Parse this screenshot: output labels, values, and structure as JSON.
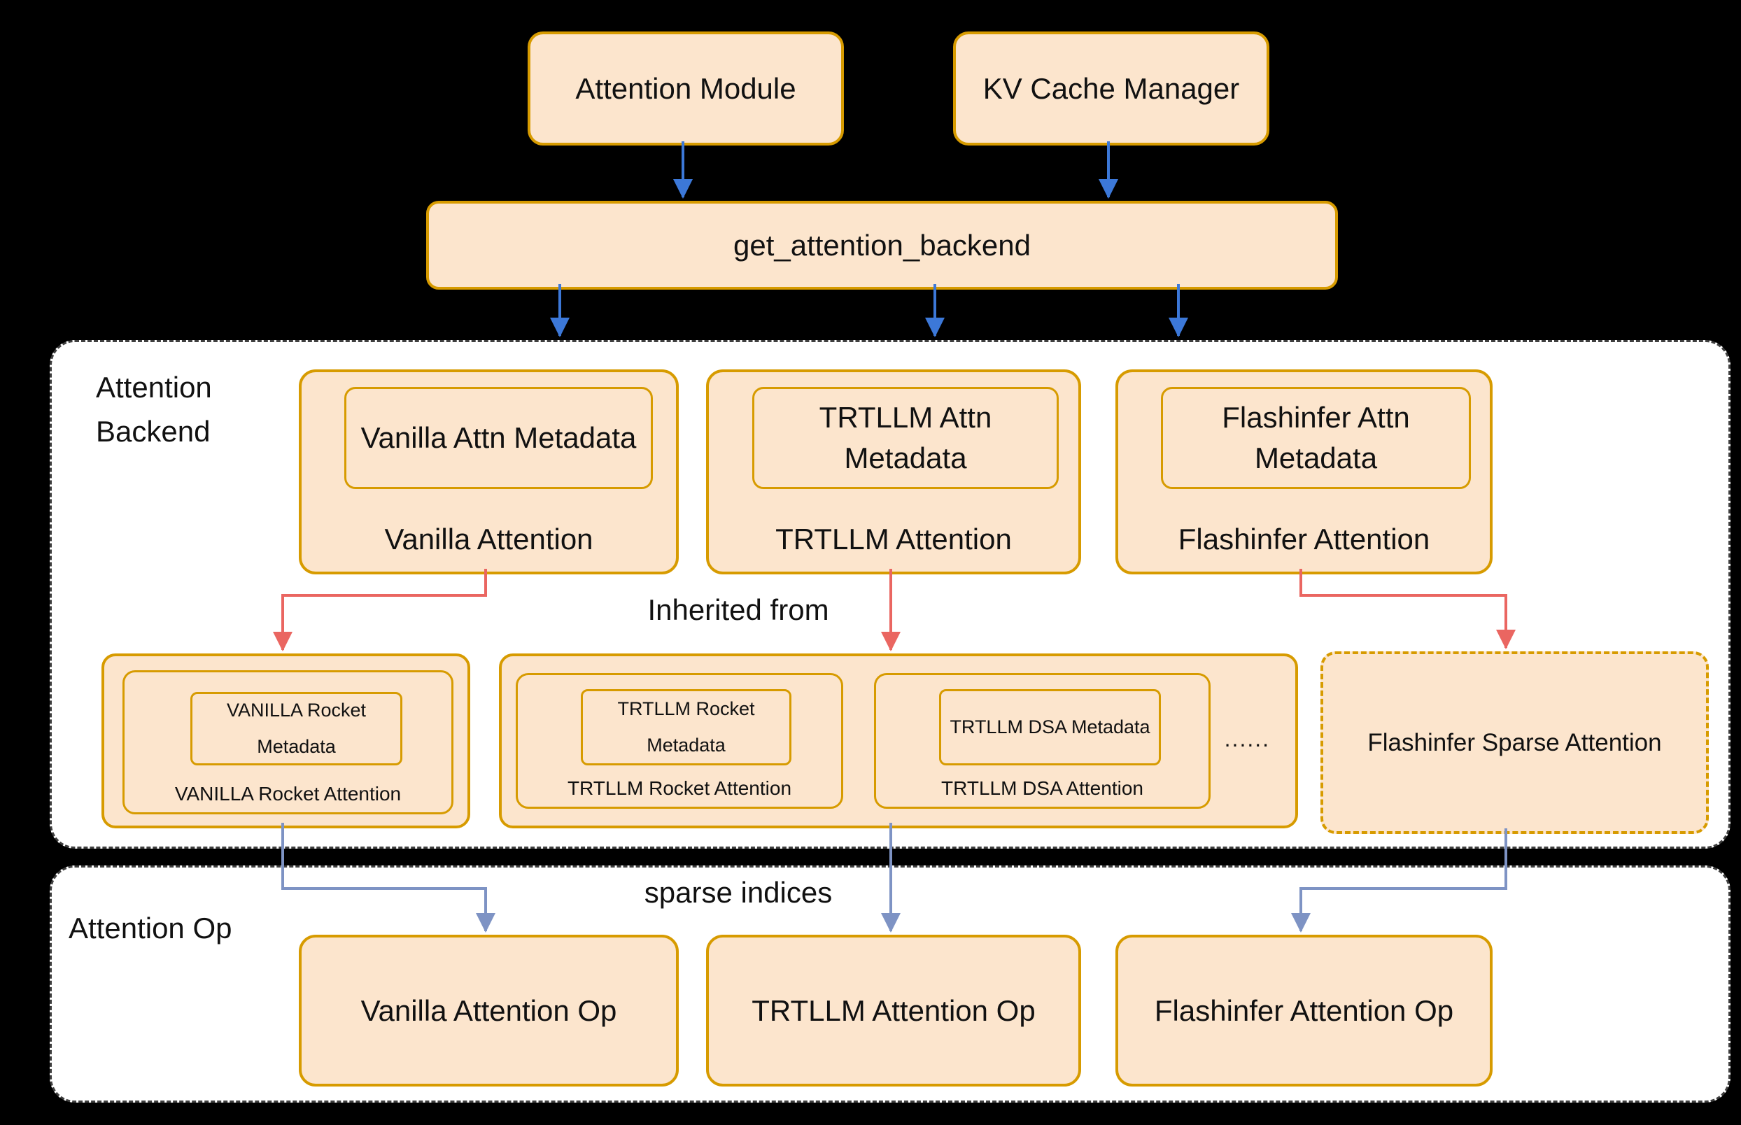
{
  "colors": {
    "background": "#000000",
    "panel_bg": "#FFFFFF",
    "box_fill": "#FCE5CD",
    "box_stroke": "#D79B00",
    "arrow_blue": "#3C78D8",
    "arrow_red": "#EA6661",
    "arrow_steel": "#7E93C4"
  },
  "top": {
    "attention_module": "Attention Module",
    "kv_cache_manager": "KV Cache Manager",
    "get_attention_backend": "get_attention_backend"
  },
  "backend": {
    "title": "Attention\nBackend",
    "inherited_from": "Inherited from",
    "row1": [
      {
        "metadata": "Vanilla Attn Metadata",
        "label": "Vanilla Attention"
      },
      {
        "metadata": "TRTLLM Attn Metadata",
        "label": "TRTLLM Attention"
      },
      {
        "metadata": "Flashinfer Attn Metadata",
        "label": "Flashinfer Attention"
      }
    ],
    "row2": {
      "vanilla": {
        "metadata": "VANILLA Rocket Metadata",
        "label": "VANILLA Rocket Attention"
      },
      "group": [
        {
          "metadata": "TRTLLM Rocket Metadata",
          "label": "TRTLLM Rocket Attention"
        },
        {
          "metadata": "TRTLLM DSA Metadata",
          "label": "TRTLLM DSA Attention"
        }
      ],
      "dots": "......",
      "flashinfer_sparse": "Flashinfer Sparse Attention"
    }
  },
  "ops": {
    "title": "Attention Op",
    "sparse_indices": "sparse indices",
    "items": [
      "Vanilla Attention Op",
      "TRTLLM Attention Op",
      "Flashinfer Attention Op"
    ]
  }
}
